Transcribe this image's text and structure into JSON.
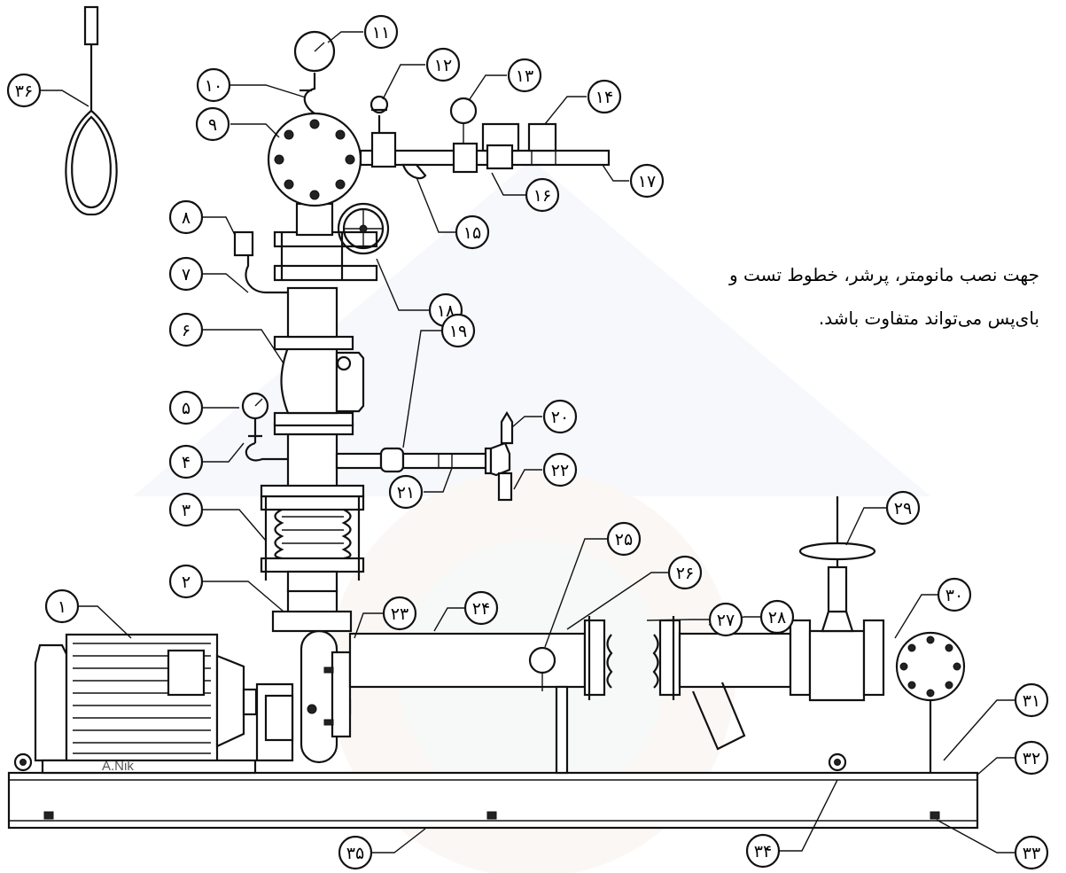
{
  "note": {
    "line1": "جهت نصب مانومتر، پرشر، خطوط تست و",
    "line2": "بای‌پس می‌تواند متفاوت باشد."
  },
  "signature": "A.Nik",
  "callouts": [
    "۱",
    "۲",
    "۳",
    "۴",
    "۵",
    "۶",
    "۷",
    "۸",
    "۹",
    "۱۰",
    "۱۱",
    "۱۲",
    "۱۳",
    "۱۴",
    "۱۵",
    "۱۶",
    "۱۷",
    "۱۸",
    "۱۹",
    "۲۰",
    "۲۱",
    "۲۲",
    "۲۳",
    "۲۴",
    "۲۵",
    "۲۶",
    "۲۷",
    "۲۸",
    "۲۹",
    "۳۰",
    "۳۱",
    "۳۲",
    "۳۳",
    "۳۴",
    "۳۵",
    "۳۶"
  ],
  "colors": {
    "line": "#111111",
    "background": "#ffffff",
    "watermark": "#e6ecf6"
  }
}
